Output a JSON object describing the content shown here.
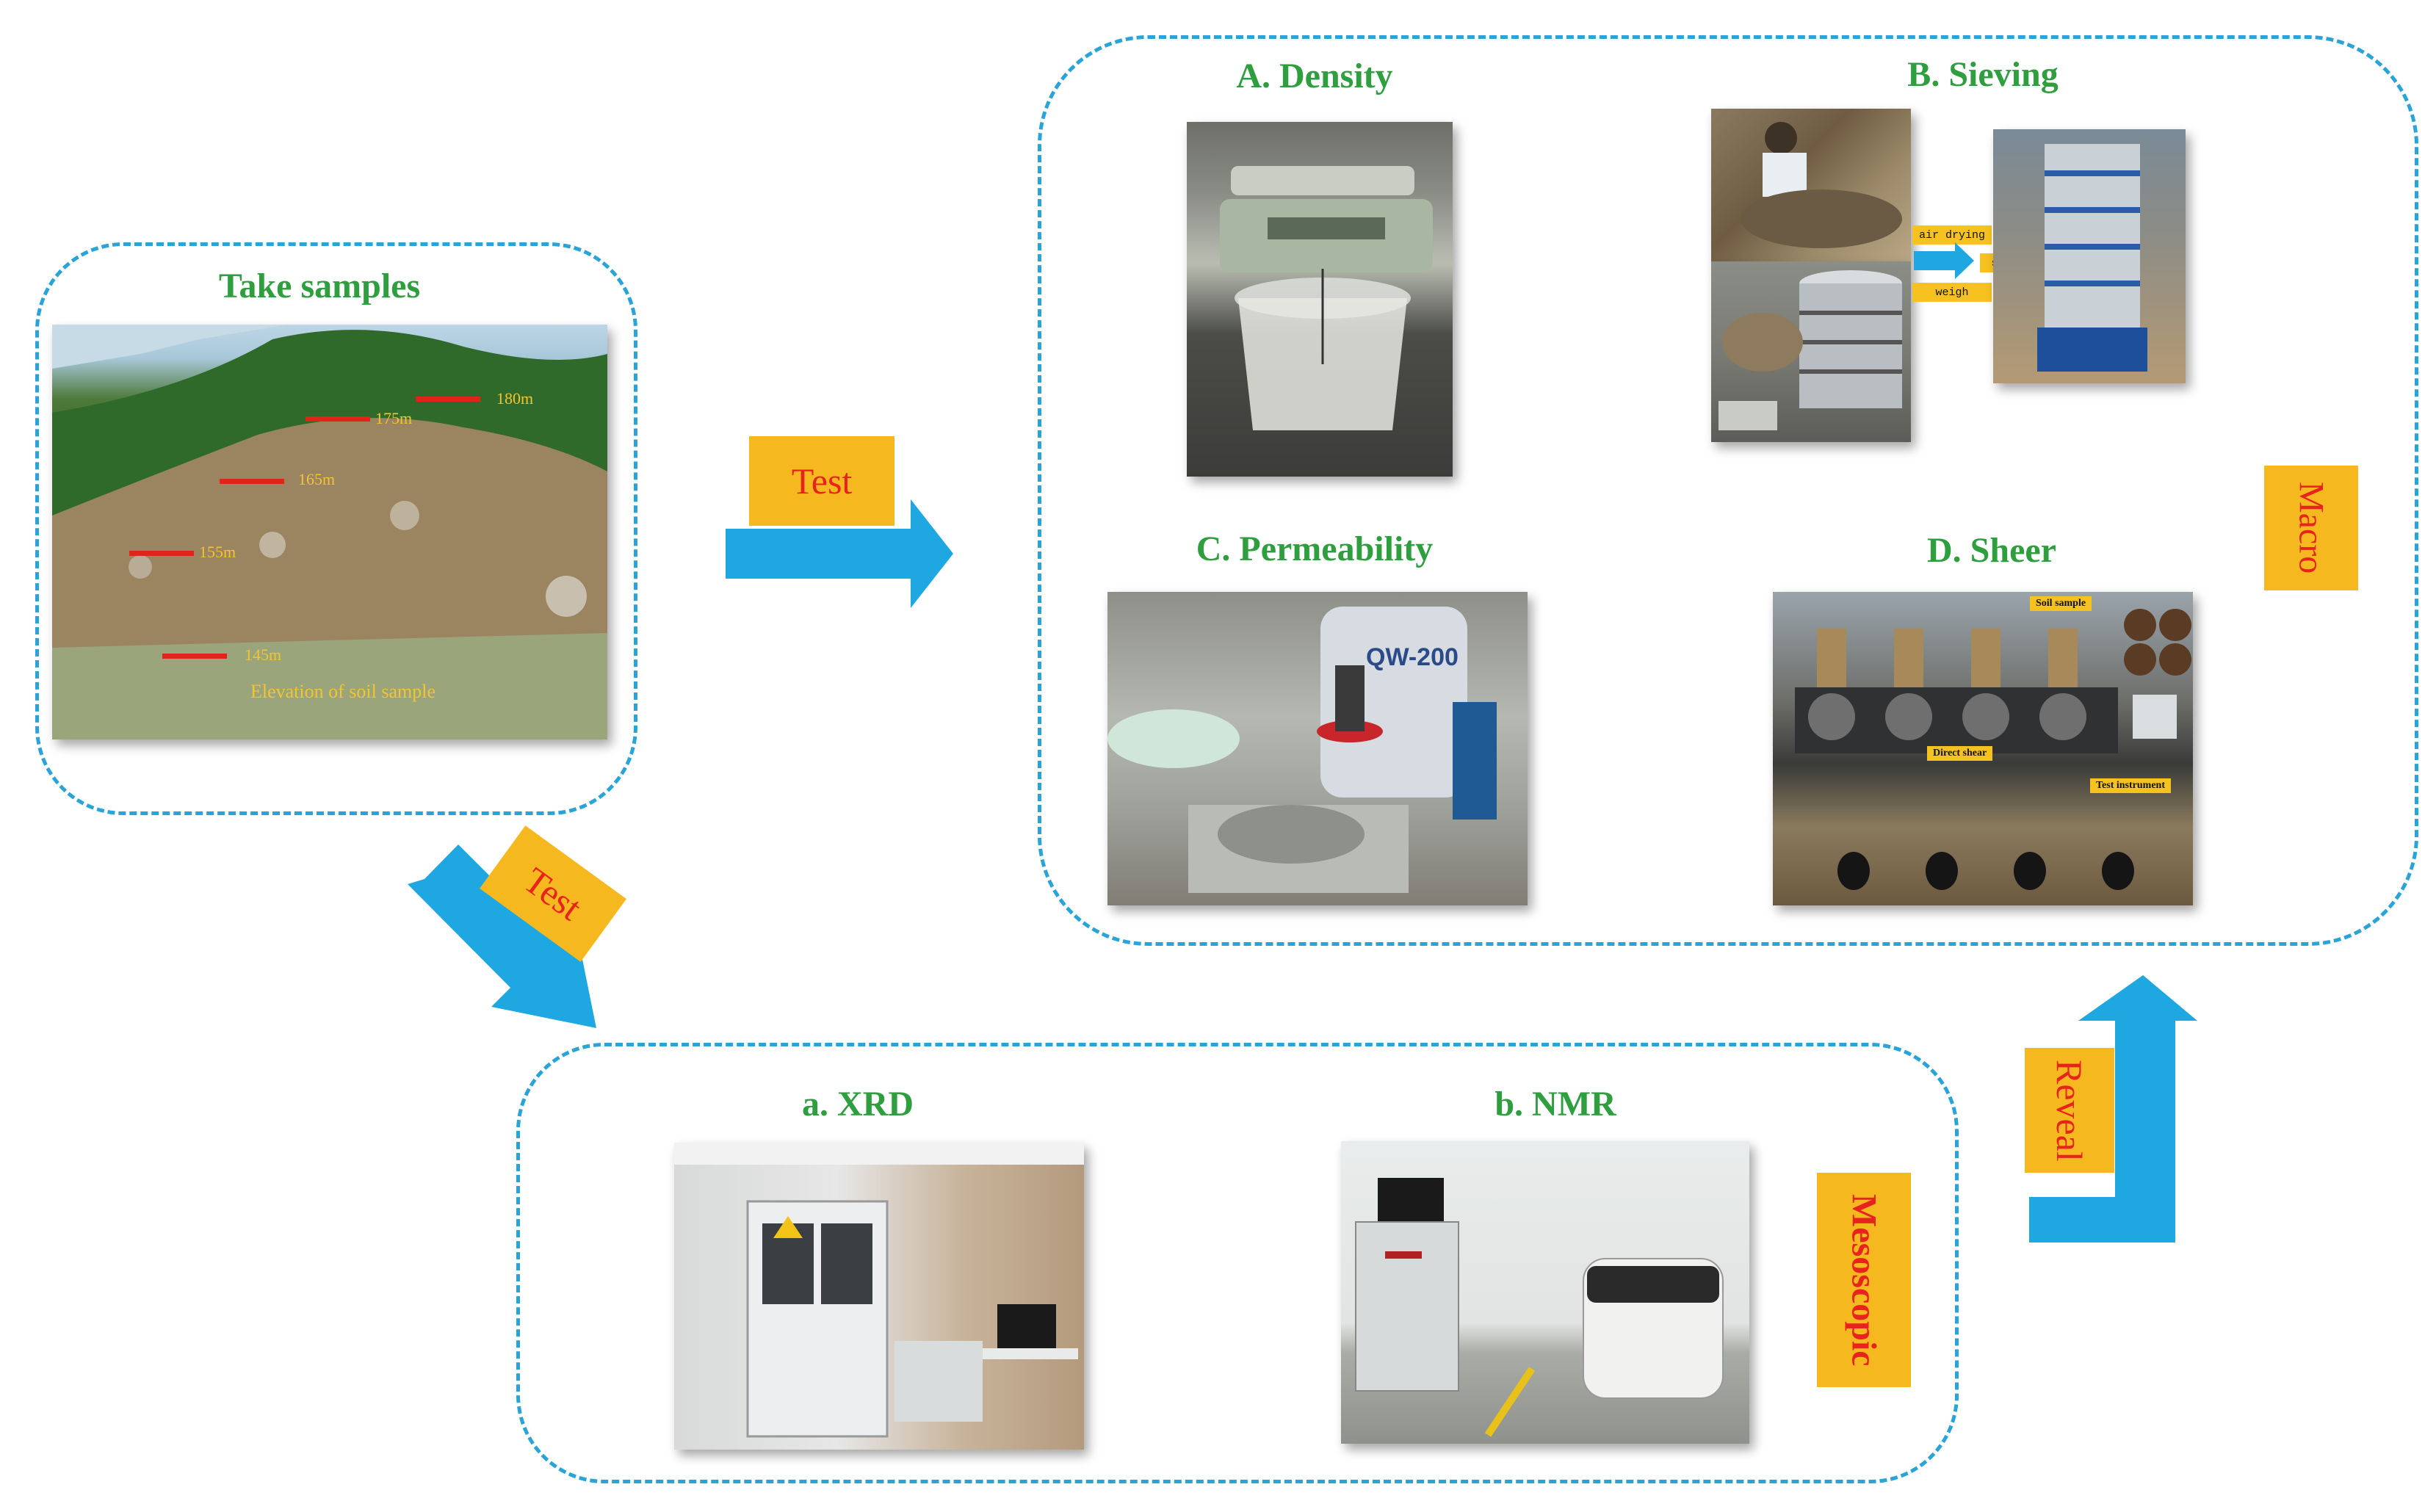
{
  "take_samples": {
    "title": "Take samples",
    "elevations": [
      "180m",
      "175m",
      "165m",
      "155m",
      "145m"
    ],
    "caption": "Elevation of soil sample"
  },
  "macro": {
    "label": "Macro",
    "density": {
      "title": "A. Density"
    },
    "sieving": {
      "title": "B. Sieving",
      "steps": [
        "air drying",
        "sieving",
        "weigh"
      ]
    },
    "permeability": {
      "title": "C. Permeability",
      "device_text": "QW-200"
    },
    "shear": {
      "title": "D. Sheer",
      "labels": [
        "Soil sample",
        "Direct shear",
        "Test instrument"
      ]
    }
  },
  "mesoscopic": {
    "label": "Mesoscopic",
    "xrd": {
      "title": "a. XRD"
    },
    "nmr": {
      "title": "b. NMR"
    }
  },
  "arrows": {
    "test_right": "Test",
    "test_down": "Test",
    "reveal": "Reveal"
  },
  "colors": {
    "dash": "#29a3d8",
    "arrow": "#1ea7e1",
    "tag_bg": "#f6b81f",
    "tag_text": "#e8221c",
    "title_green": "#2e9e3f"
  }
}
